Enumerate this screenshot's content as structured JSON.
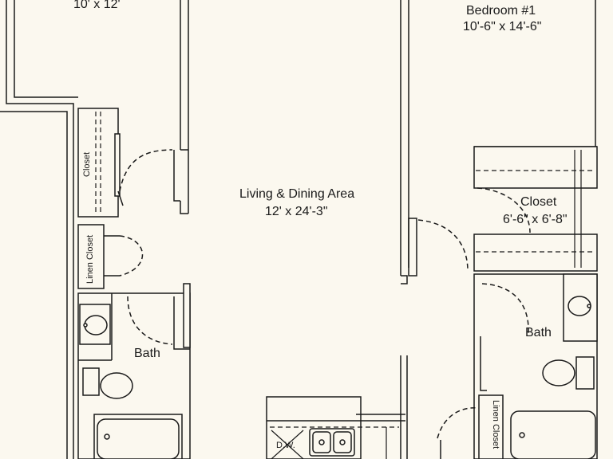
{
  "rooms": {
    "top_left_dims": "10' x 12'",
    "bedroom_name": "Bedroom #1",
    "bedroom_dims": "10'-6\" x 14'-6\"",
    "living_name": "Living & Dining Area",
    "living_dims": "12' x 24'-3\"",
    "closet_right_name": "Closet",
    "closet_right_dims": "6'-6\" x 6'-8\"",
    "bath_left": "Bath",
    "bath_right": "Bath",
    "closet_left": "Closet",
    "linen_left": "Linen Closet",
    "linen_right": "Linen Closet",
    "dishwasher": "D.W."
  }
}
